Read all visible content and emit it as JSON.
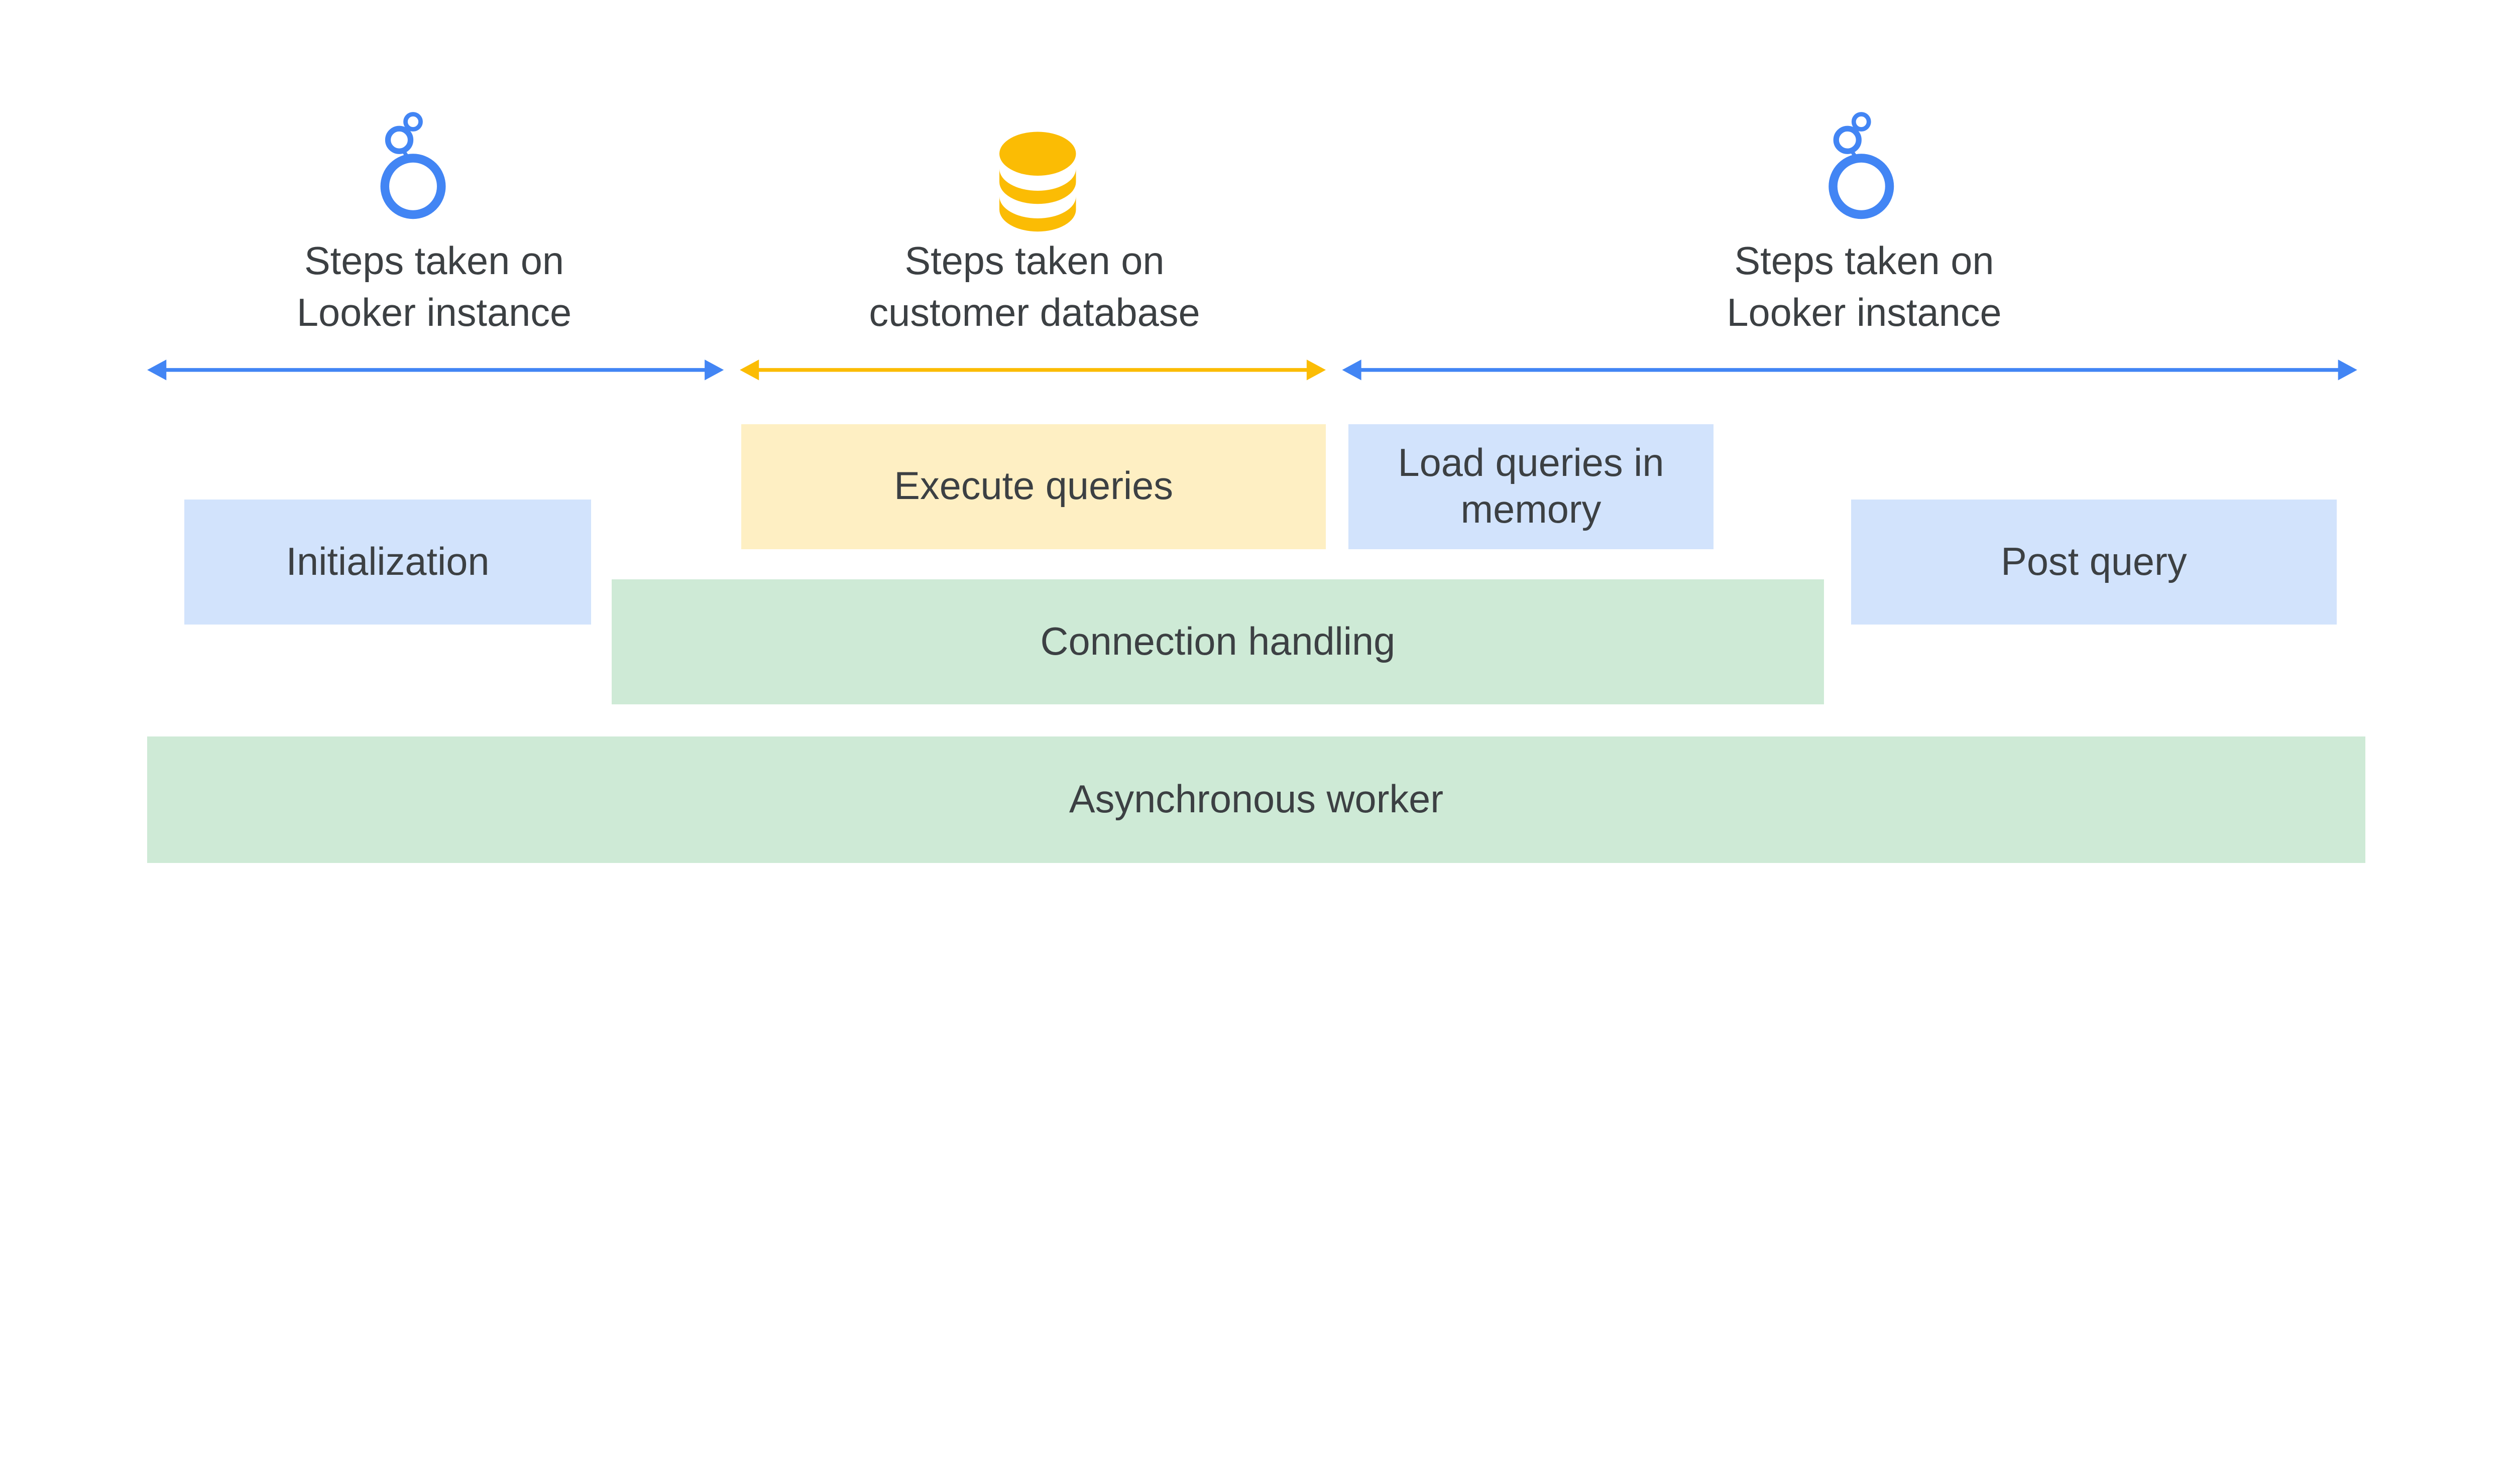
{
  "colors": {
    "looker_blue": "#4285f4",
    "database_yellow": "#fbbc04",
    "text": "#3c4043",
    "blue_box": "#d2e3fc",
    "yellow_box": "#feefc3",
    "green_box": "#ceead6"
  },
  "sections": [
    {
      "icon": "looker-logo-icon",
      "title_line1": "Steps taken on",
      "title_line2": "Looker instance"
    },
    {
      "icon": "database-icon",
      "title_line1": "Steps taken on",
      "title_line2": "customer database"
    },
    {
      "icon": "looker-logo-icon",
      "title_line1": "Steps taken on",
      "title_line2": "Looker instance"
    }
  ],
  "steps": {
    "initialization": "Initialization",
    "execute_queries": "Execute queries",
    "load_queries_line1": "Load queries in",
    "load_queries_line2": "memory",
    "post_query": "Post query",
    "connection_handling": "Connection handling",
    "asynchronous_worker": "Asynchronous worker"
  }
}
